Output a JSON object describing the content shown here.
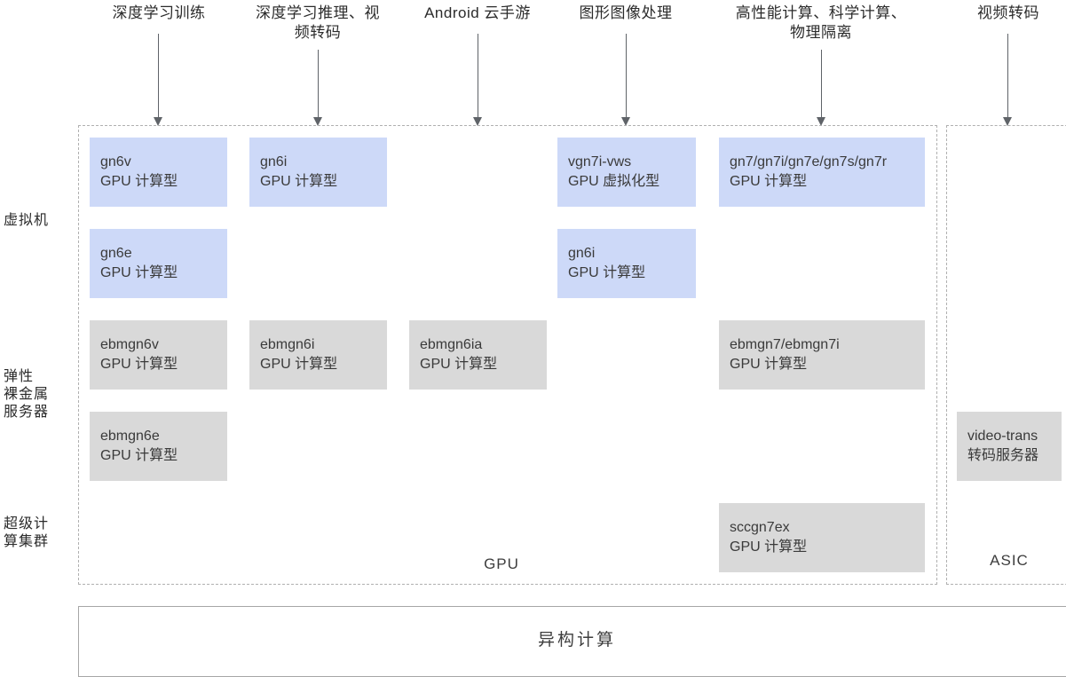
{
  "columns": [
    {
      "id": "dl-training",
      "label": "深度学习训练"
    },
    {
      "id": "dl-inference-video-transcode",
      "label": "深度学习推理、视\n频转码"
    },
    {
      "id": "android-cloud-gaming",
      "label": "Android 云手游"
    },
    {
      "id": "graphics-image-processing",
      "label": "图形图像处理"
    },
    {
      "id": "hpc-scientific-isolation",
      "label": "高性能计算、科学计算、\n物理隔离"
    },
    {
      "id": "video-transcode",
      "label": "视频转码"
    }
  ],
  "rows": [
    {
      "id": "virtual-machine",
      "label": "虚拟机"
    },
    {
      "id": "elastic-bare-metal",
      "label": "弹性\n裸金属\n服务器"
    },
    {
      "id": "super-computing-cluster",
      "label": "超级计\n算集群"
    }
  ],
  "boxes": [
    {
      "id": "gn6v",
      "name": "gn6v",
      "type": "GPU 计算型",
      "category": "vm"
    },
    {
      "id": "gn6i-infer",
      "name": "gn6i",
      "type": "GPU 计算型",
      "category": "vm"
    },
    {
      "id": "vgn7i-vws",
      "name": "vgn7i-vws",
      "type": "GPU 虚拟化型",
      "category": "vm"
    },
    {
      "id": "gn7-family",
      "name": "gn7/gn7i/gn7e/gn7s/gn7r",
      "type": "GPU 计算型",
      "category": "vm"
    },
    {
      "id": "gn6e",
      "name": "gn6e",
      "type": "GPU 计算型",
      "category": "vm"
    },
    {
      "id": "gn6i-vgpu",
      "name": "gn6i",
      "type": "GPU 计算型",
      "category": "vm"
    },
    {
      "id": "ebmgn6v",
      "name": "ebmgn6v",
      "type": "GPU 计算型",
      "category": "bare-metal"
    },
    {
      "id": "ebmgn6i",
      "name": "ebmgn6i",
      "type": "GPU 计算型",
      "category": "bare-metal"
    },
    {
      "id": "ebmgn6ia",
      "name": "ebmgn6ia",
      "type": "GPU 计算型",
      "category": "bare-metal"
    },
    {
      "id": "ebmgn7",
      "name": "ebmgn7/ebmgn7i",
      "type": "GPU 计算型",
      "category": "bare-metal"
    },
    {
      "id": "ebmgn6e",
      "name": "ebmgn6e",
      "type": "GPU 计算型",
      "category": "bare-metal"
    },
    {
      "id": "video-trans",
      "name": "video-trans",
      "type": "转码服务器",
      "category": "bare-metal"
    },
    {
      "id": "sccgn7ex",
      "name": "sccgn7ex",
      "type": "GPU 计算型",
      "category": "scc"
    }
  ],
  "regions": {
    "gpu_label": "GPU",
    "asic_label": "ASIC",
    "bottom_label": "异构计算"
  },
  "colors": {
    "vm_box": "#cdd9f8",
    "bare_metal_box": "#d9d9d9",
    "dashed_border": "#b0b0b0",
    "solid_border": "#a6a6a6",
    "arrow": "#5f6368",
    "heading_text": "#2b2b2b",
    "box_text": "#3a3a3a"
  }
}
